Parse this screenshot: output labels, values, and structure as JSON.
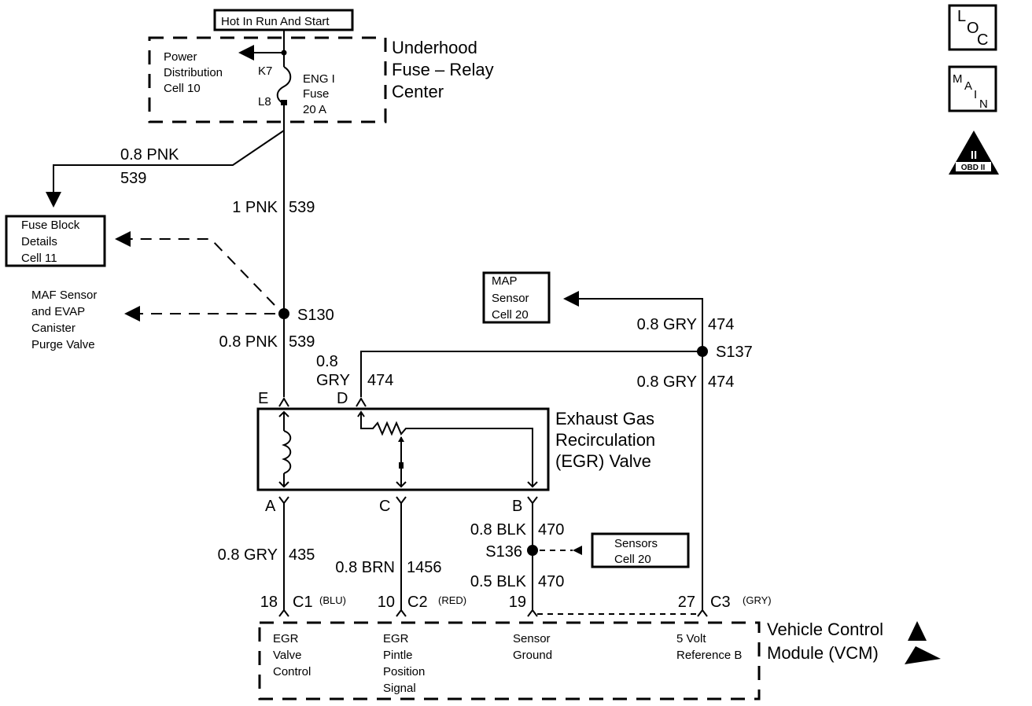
{
  "power_label": "Hot In Run And Start",
  "underhood": {
    "title_lines": [
      "Underhood",
      "Fuse – Relay",
      "Center"
    ],
    "power_dist_lines": [
      "Power",
      "Distribution",
      "Cell 10"
    ],
    "k7": "K7",
    "l8": "L8",
    "fuse_lines": [
      "ENG I",
      "Fuse",
      "20 A"
    ]
  },
  "wires": {
    "pnk_branch_size": "0.8 PNK",
    "pnk_branch_circuit": "539",
    "main_pnk_size": "1 PNK",
    "main_pnk_circuit": "539",
    "lower_pnk_size": "0.8 PNK",
    "lower_pnk_circuit": "539",
    "d_gry_size_1": "0.8",
    "d_gry_size_2": "GRY",
    "d_gry_circuit": "474",
    "map_gry_size": "0.8 GRY",
    "map_gry_circuit": "474",
    "lower_gry_size": "0.8 GRY",
    "lower_gry_circuit": "474",
    "a_gry_size": "0.8 GRY",
    "a_gry_circuit": "435",
    "c_brn_size": "0.8 BRN",
    "c_brn_circuit": "1456",
    "b_blk_upper_size": "0.8 BLK",
    "b_blk_upper_circuit": "470",
    "b_blk_lower_size": "0.5 BLK",
    "b_blk_lower_circuit": "470"
  },
  "splices": {
    "s130": "S130",
    "s137": "S137",
    "s136": "S136"
  },
  "references": {
    "fuse_block_lines": [
      "Fuse Block",
      "Details",
      "Cell 11"
    ],
    "maf_lines": [
      "MAF Sensor",
      "and EVAP",
      "Canister",
      "Purge Valve"
    ],
    "map_sensor_lines": [
      "MAP",
      "Sensor",
      "Cell 20"
    ],
    "sensors_lines": [
      "Sensors",
      "Cell 20"
    ]
  },
  "egr": {
    "title_lines": [
      "Exhaust Gas",
      "Recirculation",
      "(EGR) Valve"
    ],
    "pins": {
      "e": "E",
      "d": "D",
      "a": "A",
      "c": "C",
      "b": "B"
    }
  },
  "vcm": {
    "title_lines": [
      "Vehicle Control",
      "Module (VCM)"
    ],
    "pins": [
      {
        "num": "18",
        "conn": "C1",
        "color": "(BLU)",
        "func_lines": [
          "EGR",
          "Valve",
          "Control"
        ]
      },
      {
        "num": "10",
        "conn": "C2",
        "color": "(RED)",
        "func_lines": [
          "EGR",
          "Pintle",
          "Position",
          "Signal"
        ]
      },
      {
        "num": "19",
        "conn": "",
        "color": "",
        "func_lines": [
          "Sensor",
          "Ground"
        ]
      },
      {
        "num": "27",
        "conn": "C3",
        "color": "(GRY)",
        "func_lines": [
          "5 Volt",
          "Reference B"
        ]
      }
    ]
  },
  "icons": {
    "loc": [
      "L",
      "O",
      "C"
    ],
    "main": [
      "M",
      "A",
      "I",
      "N"
    ],
    "obd_numeral": "II",
    "obd_label": "OBD II"
  }
}
